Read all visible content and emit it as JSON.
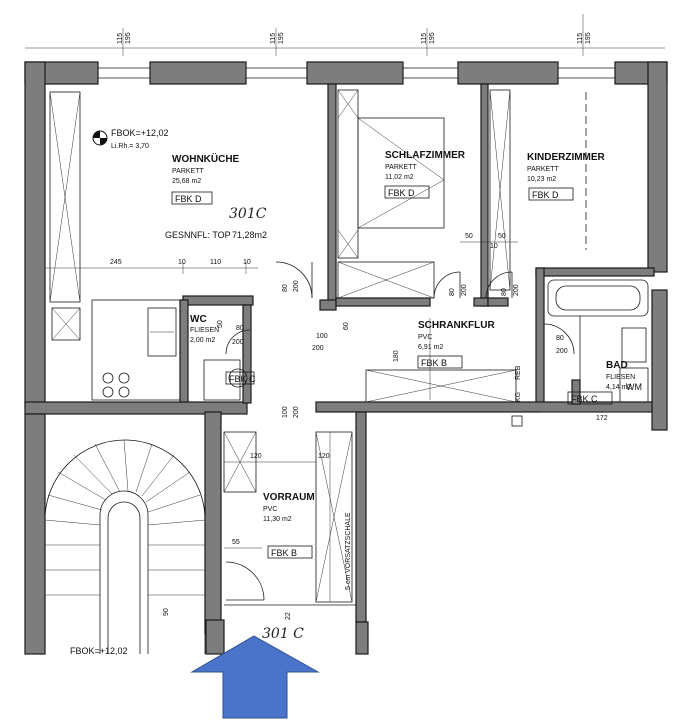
{
  "rooms": {
    "wohnkueche": {
      "name": "WOHNKÜCHE",
      "floor": "PARKETT",
      "area": "25,68 m2",
      "tag": "FBK D"
    },
    "schlafzimmer": {
      "name": "SCHLAFZIMMER",
      "floor": "PARKETT",
      "area": "11,02 m2",
      "tag": "FBK D"
    },
    "kinderzimmer": {
      "name": "KINDERZIMMER",
      "floor": "PARKETT",
      "area": "10,23 m2",
      "tag": "FBK D"
    },
    "schrankflur": {
      "name": "SCHRANKFLUR",
      "floor": "PVC",
      "area": "6,91 m2",
      "tag": "FBK B"
    },
    "wc": {
      "name": "WC",
      "floor": "FLIESEN",
      "area": "2,00 m2",
      "tag": "FBK C"
    },
    "bad": {
      "name": "BAD",
      "floor": "FLIESEN",
      "area": "4,14 m2",
      "tag": "FBK C"
    },
    "vorraum": {
      "name": "VORRAUM",
      "floor": "PVC",
      "area": "11,30 m2",
      "tag": "FBK B"
    }
  },
  "info": {
    "fbok": "FBOK=+12,02",
    "lirh": "Li.Rh.= 3,70",
    "gesnnfl": "GESNNFL: TOP",
    "total_area": "71,28m2",
    "top_number": "301C",
    "top_number_entry": "301 C",
    "fbok_stair": "FBOK=+12,02",
    "vorsatzschale": "5 cm VORSATZSCHALE",
    "wm": "WM",
    "kg": "KG",
    "rb": "REB"
  },
  "dims": {
    "d115": "115",
    "d195": "195",
    "d245": "245",
    "d10": "10",
    "d110": "110",
    "d50": "50",
    "d80": "80",
    "d200": "200",
    "d100": "100",
    "d60": "60",
    "d180": "180",
    "d172": "172",
    "d120": "120",
    "d55": "55",
    "d22": "22",
    "d90": "90"
  },
  "colors": {
    "wall": "#7d7d7d",
    "arrow": "#4a74c9",
    "arrow_stroke": "#2f528f",
    "paper": "#ffffff"
  },
  "icons": {
    "entrance": "arrow-up-icon",
    "level_marker": "elevation-marker-icon"
  }
}
